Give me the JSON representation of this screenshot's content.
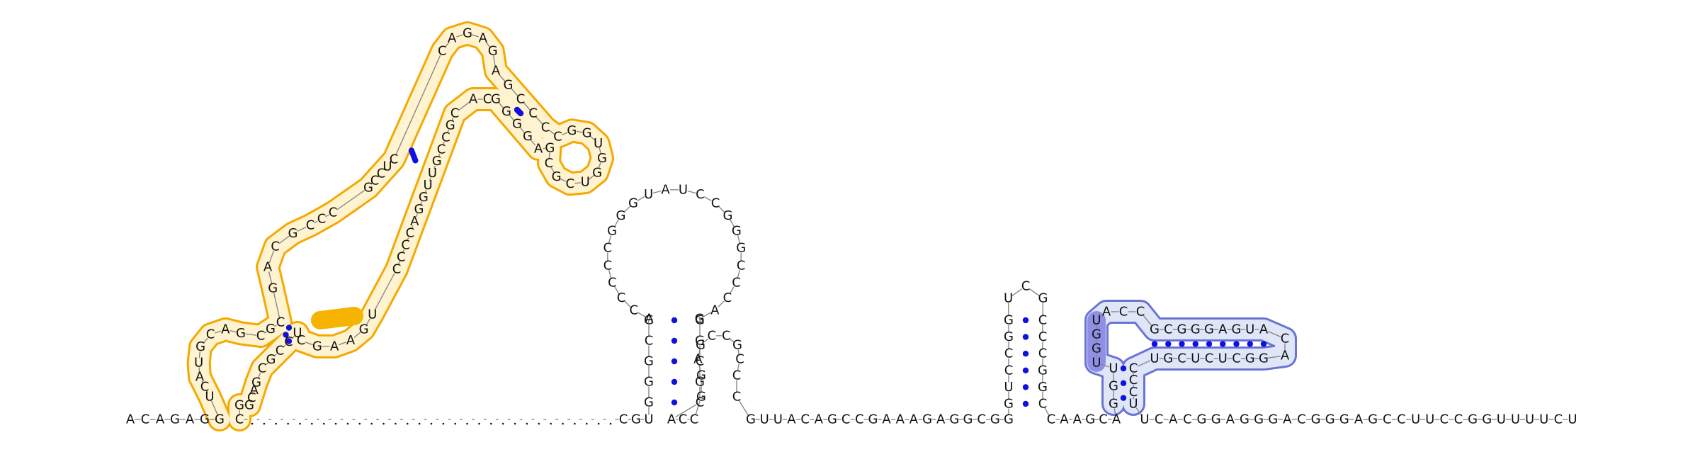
{
  "colors": {
    "outline_orange": "#f5a800",
    "fill_orange": "#fff3d0",
    "accent_orange": "#f5b400",
    "outline_blue": "#6b74d6",
    "fill_blue": "#dfe6f7",
    "accent_blue": "#8f8fe6",
    "pair_dot": "#1010e0",
    "backbone": "#888888",
    "text": "#111111"
  },
  "strands": [
    {
      "id": "prefix",
      "seq": "ACAGAGG"
    },
    {
      "id": "d1_left_outer",
      "seq": "UCAUGCAGCGC"
    },
    {
      "id": "d1_upper_left",
      "seq": "GACGCCC"
    },
    {
      "id": "d1_apex_left",
      "seq": "GCCUC"
    },
    {
      "id": "d1_top",
      "seq": "CAGAG"
    },
    {
      "id": "d1_right_arm_top",
      "seq": "AGCCC"
    },
    {
      "id": "d1_right_hairpin",
      "seq": "CGGUGGUCGCG"
    },
    {
      "id": "d1_right_arm_bottom",
      "seq": "AGGGG"
    },
    {
      "id": "d1_apex_right",
      "seq": "CA"
    },
    {
      "id": "d1_inner_right",
      "seq": "CGCCGUUGGACCCC"
    },
    {
      "id": "d1_lower_right",
      "seq": "UGAAGCUCCGCGACG"
    },
    {
      "id": "d1_close",
      "seq": "GC"
    },
    {
      "id": "linker_unpaired",
      "seq": "..............................."
    },
    {
      "id": "h2_base",
      "seq": "CGU"
    },
    {
      "id": "h2_stem_left",
      "seq": "GGGCG"
    },
    {
      "id": "h2_loop",
      "seq": "ACCCCCGGGUAUCCGGGCCCAG"
    },
    {
      "id": "h2_stem_right",
      "seq": "GGCGC"
    },
    {
      "id": "h2_junction",
      "seq": "ACC"
    },
    {
      "id": "h3_hairpin",
      "seq": "GGAGCCGCCC"
    },
    {
      "id": "linker2",
      "seq": "GUUACAGCCGAAAGAGGCGG"
    },
    {
      "id": "h4_stem_left",
      "seq": "GUCCGG"
    },
    {
      "id": "h4_loop",
      "seq": "UCG"
    },
    {
      "id": "h4_stem_right",
      "seq": "CCCGGC"
    },
    {
      "id": "junction3",
      "seq": "CAAGCA"
    },
    {
      "id": "d5_left_stem",
      "seq": "GGU"
    },
    {
      "id": "d5_blue_loop",
      "seq": "UGGU"
    },
    {
      "id": "d5_top_loop",
      "seq": "ACC"
    },
    {
      "id": "d5_arm_top",
      "seq": "GCGGGAGUA"
    },
    {
      "id": "d5_arm_loop",
      "seq": "CA"
    },
    {
      "id": "d5_arm_bottom",
      "seq": "GGCUCUCGU"
    },
    {
      "id": "d5_right_stem",
      "seq": "CCCU"
    },
    {
      "id": "suffix",
      "seq": "UCACGGAGGGACGGGAGCCUUCCGGUUUUCU"
    }
  ]
}
